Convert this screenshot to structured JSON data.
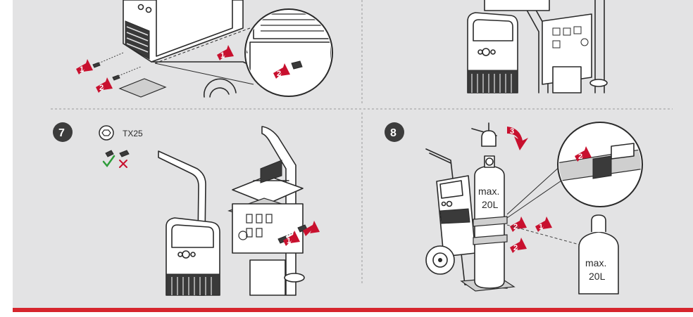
{
  "steps": [
    {
      "number": "7",
      "tool_label": "TX25"
    },
    {
      "number": "8",
      "cylinder_label_line1": "max.",
      "cylinder_label_line2": "20L",
      "cylinder_small_line1": "max.",
      "cylinder_small_line2": "20L"
    }
  ],
  "arrow_labels": {
    "top_left_a": "1",
    "top_left_b": "2",
    "zoom_a": "1",
    "zoom_b": "2",
    "step7_a": "1",
    "step8_top": "3",
    "step8_zoom": "2",
    "step8_strap_a": "2",
    "step8_strap_b": "2",
    "step8_right": "1"
  },
  "colors": {
    "panel": "#e3e3e4",
    "accent_red": "#d6262d",
    "check_green": "#2e9c3a",
    "cross_red": "#c8102e"
  },
  "icons": [
    "torx-tx25-icon",
    "screw-ok-icon",
    "screw-not-ok-icon"
  ]
}
